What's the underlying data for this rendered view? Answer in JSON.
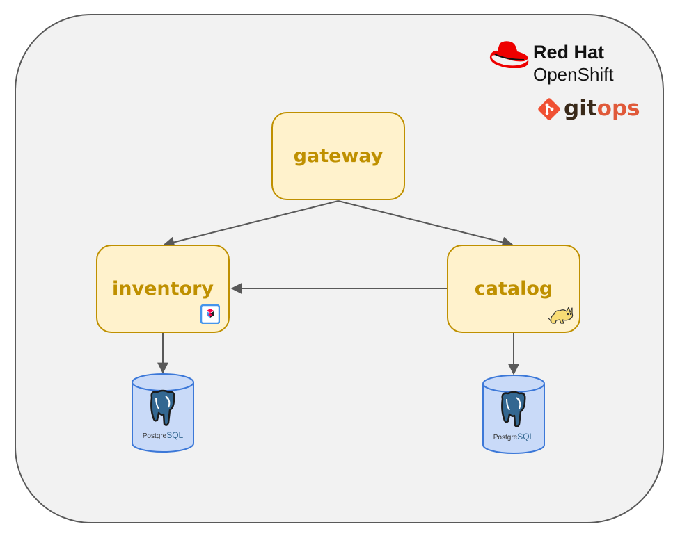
{
  "branding": {
    "redhat_line1": "Red Hat",
    "redhat_line2": "OpenShift",
    "gitops_part1": "git",
    "gitops_part2": "ops"
  },
  "services": {
    "gateway": "gateway",
    "inventory": "inventory",
    "catalog": "catalog"
  },
  "databases": {
    "inventory_db_label_a": "Postgre",
    "inventory_db_label_b": "SQL",
    "catalog_db_label_a": "Postgre",
    "catalog_db_label_b": "SQL"
  },
  "colors": {
    "service_fill": "#fff2cc",
    "service_border": "#bf9000",
    "service_text": "#bf9000",
    "db_fill": "#c9daf8",
    "db_border": "#3c78d8",
    "arrow": "#595959",
    "redhat_red": "#ee0000",
    "git_orange": "#f05033",
    "gitops_ops": "#e05a3a"
  },
  "icons": {
    "inventory_badge": "quarkus-icon",
    "catalog_badge": "tomcat-icon",
    "db_logo": "postgresql-elephant-icon",
    "redhat_logo": "redhat-hat-icon",
    "git_logo": "git-icon"
  }
}
